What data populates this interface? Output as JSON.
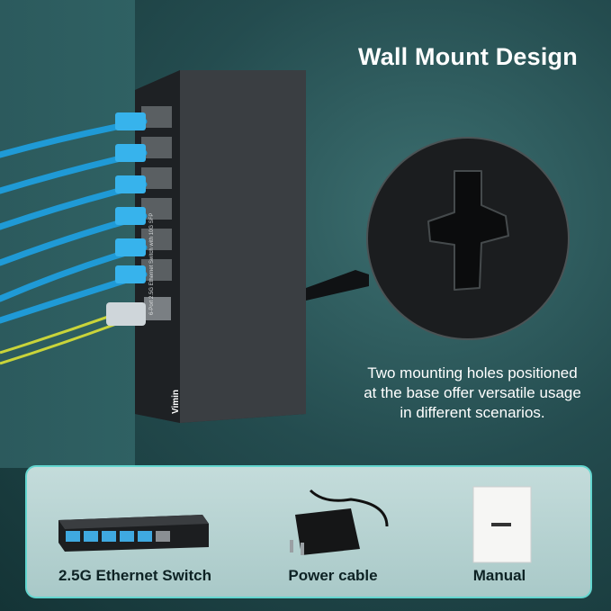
{
  "heading": "Wall Mount Design",
  "caption": {
    "line1": "Two mounting holes positioned",
    "line2": "at the base offer versatile usage",
    "line3": "in different scenarios."
  },
  "brand": "Vimin",
  "device_label": "6-Port 2.5G Ethernet Switch with 10G SFP",
  "items": [
    {
      "label": "2.5G Ethernet Switch"
    },
    {
      "label": "Power cable"
    },
    {
      "label": "Manual"
    }
  ],
  "colors": {
    "accent_border": "#63d6cf",
    "cable_blue": "#1f9ad6",
    "fiber_yellow": "#c9d43a"
  }
}
